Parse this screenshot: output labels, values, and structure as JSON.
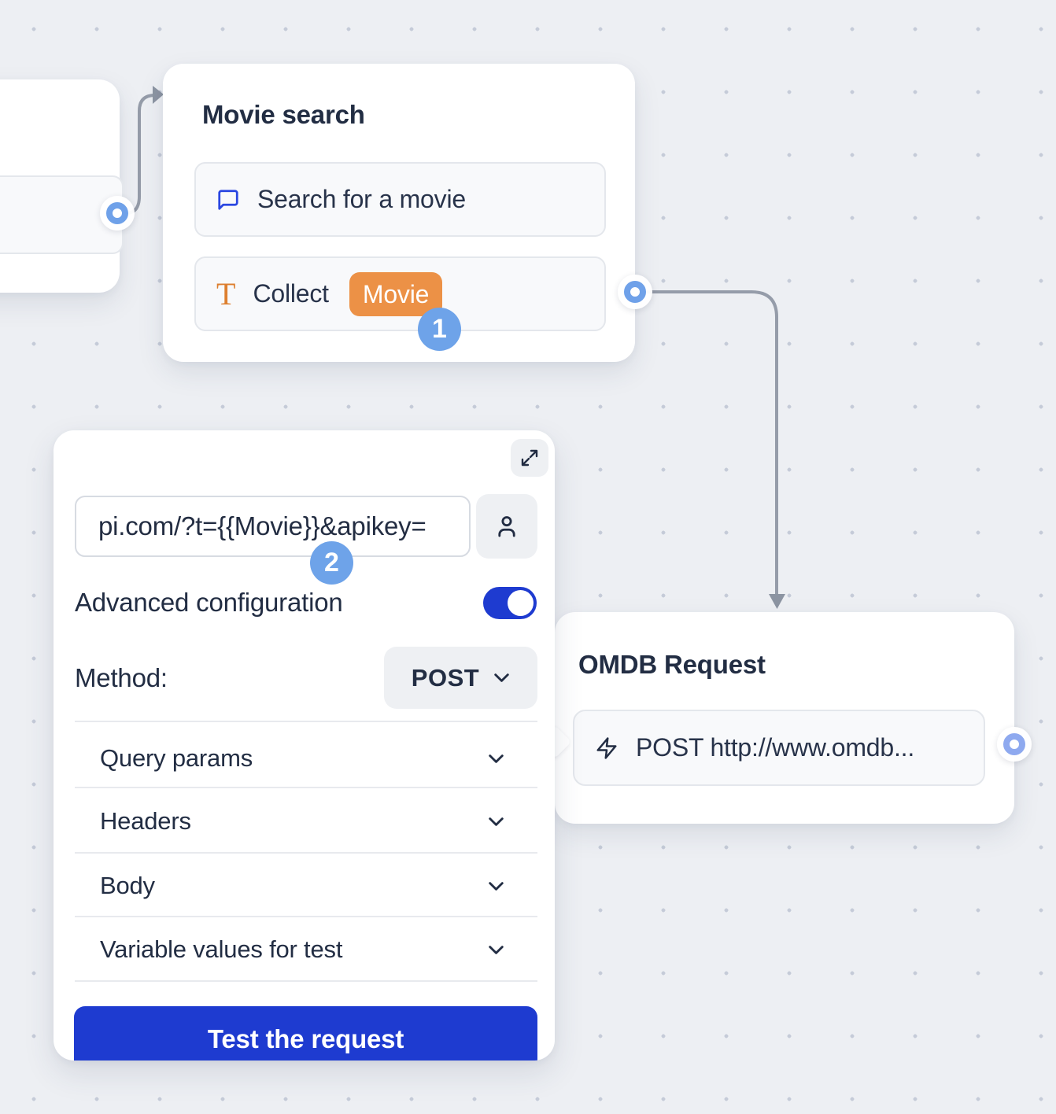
{
  "canvas": {
    "background": "#edeff3",
    "dot_color": "#c5cbd8"
  },
  "movie_node": {
    "title": "Movie search",
    "rows": [
      {
        "icon": "message-square-icon",
        "label": "Search for a movie"
      },
      {
        "icon": "text-icon",
        "label": "Collect",
        "variable": "Movie"
      }
    ],
    "step": "1"
  },
  "panel": {
    "url": "pi.com/?t={{Movie}}&apikey=",
    "step": "2",
    "advanced_label": "Advanced configuration",
    "advanced_on": true,
    "method_label": "Method:",
    "method_value": "POST",
    "sections": [
      {
        "label": "Query params"
      },
      {
        "label": "Headers"
      },
      {
        "label": "Body"
      },
      {
        "label": "Variable values for test"
      }
    ],
    "test_button": "Test the request"
  },
  "omdb_node": {
    "title": "OMDB Request",
    "row": {
      "icon": "zap-icon",
      "label": "POST http://www.omdb..."
    }
  },
  "colors": {
    "accent_blue": "#1e3bd0",
    "badge_blue": "#6ea3e9",
    "port_blue": "#6fa1e9",
    "chip_orange": "#ec9146",
    "icon_blue": "#2946e1",
    "icon_orange": "#dd7f2f",
    "connector_gray": "#959ca9"
  }
}
